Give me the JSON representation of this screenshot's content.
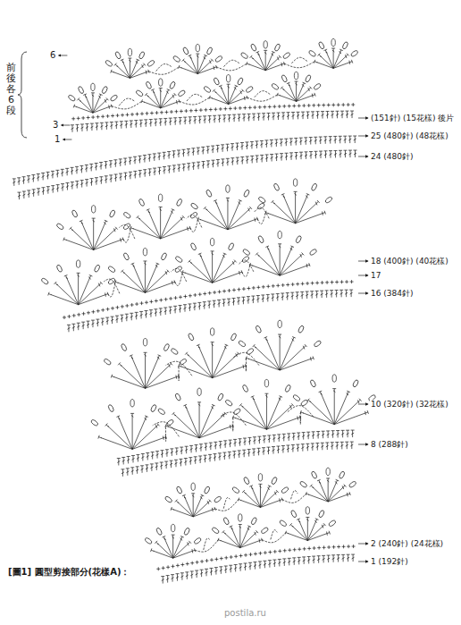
{
  "diagram": {
    "caption": "[圖1] 圓型剪接部分(花樣A)：",
    "labels": [
      "前後各6段",
      "6",
      "3",
      "1",
      "(151針) (15花樣) 後片",
      "25 (480針) (48花樣)",
      "24 (480針)",
      "18 (400針) (40花樣)",
      "17",
      "16 (384針)",
      "10 (320針) (32花樣)",
      "8 (288針)",
      "2 (240針) (24花樣)",
      "1 (192針)",
      "postila.ru"
    ]
  }
}
